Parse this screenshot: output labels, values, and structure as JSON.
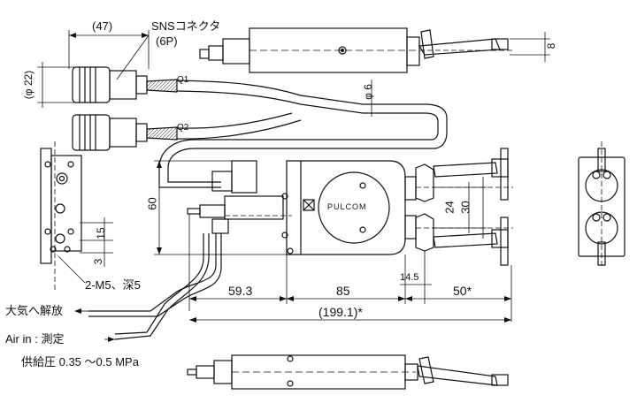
{
  "dims": {
    "d47": "(47)",
    "d22": "(φ 22)",
    "d6": "φ 6",
    "d8": "8",
    "d60": "60",
    "d24": "24",
    "d30": "30",
    "d15": "15",
    "d3": "3",
    "d14_5": "14.5",
    "d59_3": "59.3",
    "d85": "85",
    "d50": "50*",
    "d199": "(199.1)*"
  },
  "labels": {
    "sns_connector": "SNSコネクタ",
    "sns_pins": "(6P)",
    "cable1": "Q1",
    "cable2": "Q2",
    "m5": "2-M5、深5",
    "vent": "大気へ解放",
    "air_in": "Air in : 測定",
    "supply": "供給圧 0.35 ～0.5 MPa",
    "brand": "PULCOM"
  }
}
